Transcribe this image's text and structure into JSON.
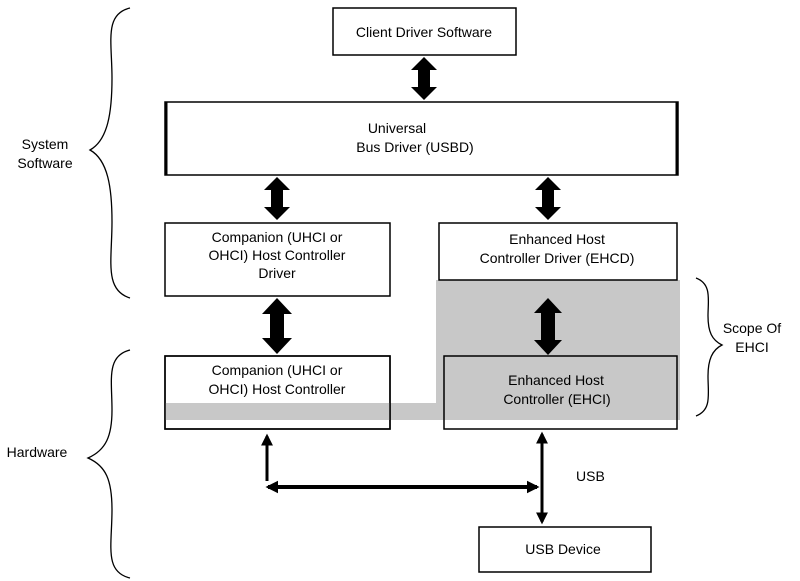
{
  "diagram": {
    "client_driver_software": "Client Driver Software",
    "usbd": {
      "line1": "Universal",
      "line2": "Bus Driver (USBD)"
    },
    "companion_driver": {
      "line1": "Companion (UHCI or",
      "line2": "OHCI) Host Controller",
      "line3": "Driver"
    },
    "ehcd": {
      "line1": "Enhanced Host",
      "line2": "Controller Driver (EHCD)"
    },
    "companion_controller": {
      "line1": "Companion (UHCI or",
      "line2": "OHCI) Host Controller"
    },
    "ehci": {
      "line1": "Enhanced Host",
      "line2": "Controller (EHCI)"
    },
    "usb_device": "USB Device",
    "usb_label": "USB",
    "system_software": {
      "line1": "System",
      "line2": "Software"
    },
    "hardware": "Hardware",
    "scope_of_ehci": {
      "line1": "Scope Of",
      "line2": "EHCI"
    },
    "colors": {
      "scope_shade": "#c8c8c8",
      "stroke": "#000000"
    }
  }
}
